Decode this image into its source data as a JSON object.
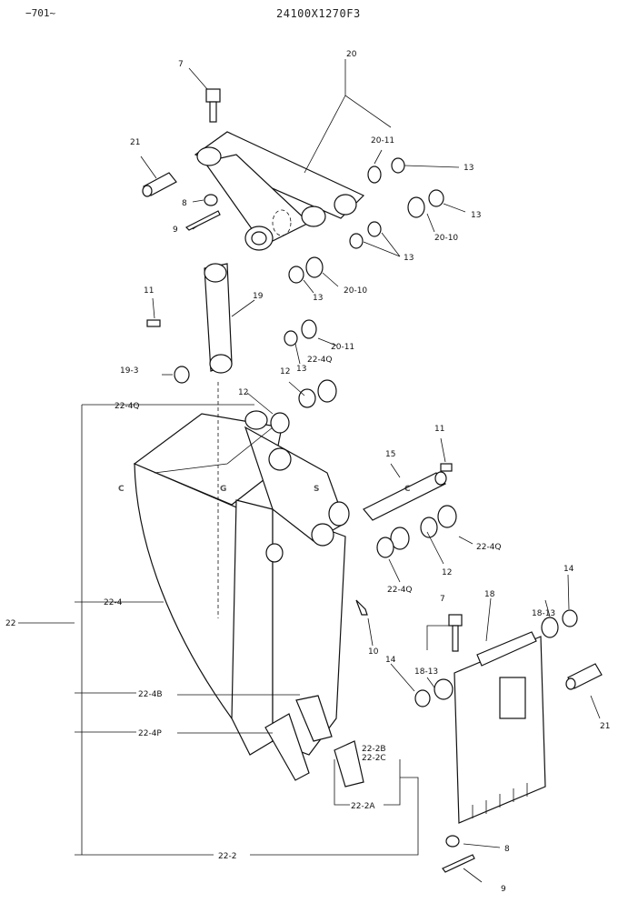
{
  "header": {
    "page_id": "−701~",
    "drawing_no": "24100X1270F3"
  },
  "watermark": {
    "letters": [
      "C",
      "G",
      "S",
      "C"
    ],
    "colors": [
      "#3b82f6",
      "#ef4444",
      "#facc15",
      "#22a06b"
    ]
  },
  "callouts": {
    "p7a": "7",
    "p20": "20",
    "p21a": "21",
    "p20_11a": "20-11",
    "p13a": "13",
    "p13b": "13",
    "p8a": "8",
    "p9a": "9",
    "p13c": "13",
    "p20_10a": "20-10",
    "p13d": "13",
    "p20_10b": "20-10",
    "p11a": "11",
    "p19": "19",
    "p20_11b": "20-11",
    "p22_4q_a": "22-4Q",
    "p19_3": "19-3",
    "p12a": "12",
    "p13e": "13",
    "p12b": "12",
    "p22_4q_b": "22-4Q",
    "p11b": "11",
    "p15": "15",
    "p22_4q_c": "22-4Q",
    "p12c": "12",
    "p22_4q_d": "22-4Q",
    "p14a": "14",
    "p18": "18",
    "p18_13a": "18-13",
    "p22": "22",
    "p22_4": "22-4",
    "p7b": "7",
    "p10": "10",
    "p14b": "14",
    "p18_13b": "18-13",
    "p22_4b": "22-4B",
    "p21b": "21",
    "p22_4p": "22-4P",
    "p22_2b": "22-2B",
    "p22_2c": "22-2C",
    "p22_2a": "22-2A",
    "p8b": "8",
    "p22_2": "22-2",
    "p9b": "9"
  }
}
